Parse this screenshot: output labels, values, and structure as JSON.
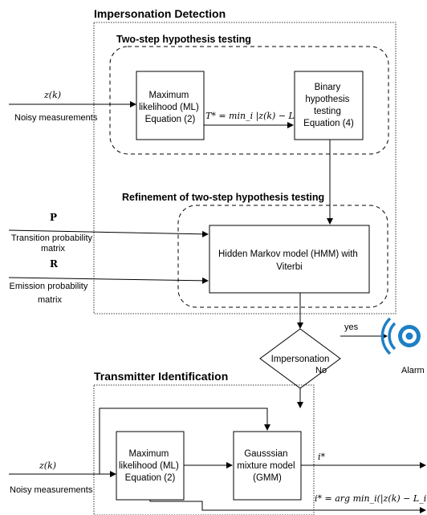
{
  "impersonation": {
    "title": "Impersonation Detection",
    "two_step_title": "Two-step hypothesis testing",
    "refinement_title": "Refinement of two-step hypothesis testing",
    "input_symbol": "z(k)",
    "input_label": "Noisy measurements",
    "ml_box": [
      "Maximum",
      "likelihood (ML)",
      "Equation (2)"
    ],
    "tstar_formula": "T* = min_i |z(k) − L_i|",
    "binary_box": [
      "Binary",
      "hypothesis",
      "testing",
      "Equation (4)"
    ],
    "p_symbol": "P",
    "p_label": [
      "Transition probability",
      "matrix"
    ],
    "r_symbol": "R",
    "r_label": [
      "Emission probability",
      "matrix"
    ],
    "hmm_box": [
      "Hidden Markov model (HMM) with",
      "Viterbi"
    ]
  },
  "decision": {
    "label": "Impersonation",
    "yes": "yes",
    "no": "No",
    "alarm": "Alarm"
  },
  "transmitter": {
    "title": "Transmitter Identification",
    "input_symbol": "z(k)",
    "input_label": "Noisy measurements",
    "ml_box": [
      "Maximum",
      "likelihood (ML)",
      "Equation (2)"
    ],
    "gmm_box": [
      "Gausssian",
      "mixture model",
      "(GMM)"
    ],
    "gmm_output": "i*",
    "ml_output": "i* = arg min_i(|z(k) − L_i|)"
  }
}
